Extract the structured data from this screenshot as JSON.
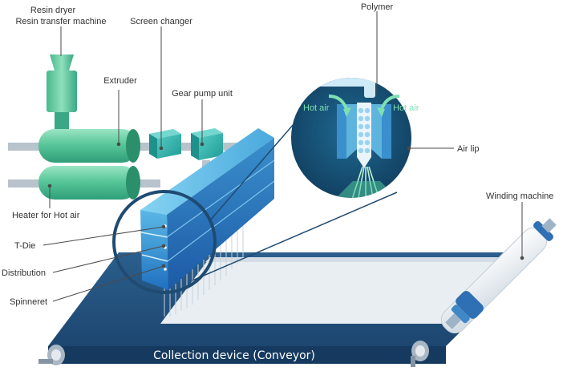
{
  "labels": {
    "resin_dryer": "Resin dryer",
    "resin_transfer": "Resin transfer machine",
    "screen_changer": "Screen changer",
    "polymer": "Polymer",
    "extruder": "Extruder",
    "gear_pump": "Gear pump unit",
    "hot_air_left": "Hot air",
    "hot_air_right": "Hot air",
    "air_lip": "Air lip",
    "heater": "Heater for Hot air",
    "winding_machine": "Winding machine",
    "t_die": "T-Die",
    "distribution": "Distribution",
    "spinneret": "Spinneret",
    "conveyor": "Collection device (Conveyor)"
  },
  "colors": {
    "green_dark": "#3aa884",
    "green_light": "#7fd7b1",
    "teal": "#2bb3ad",
    "blue_dark": "#23507d",
    "blue_mid": "#2f86c4",
    "blue_light": "#5fb7e4",
    "leader": "#4a4a4a"
  }
}
